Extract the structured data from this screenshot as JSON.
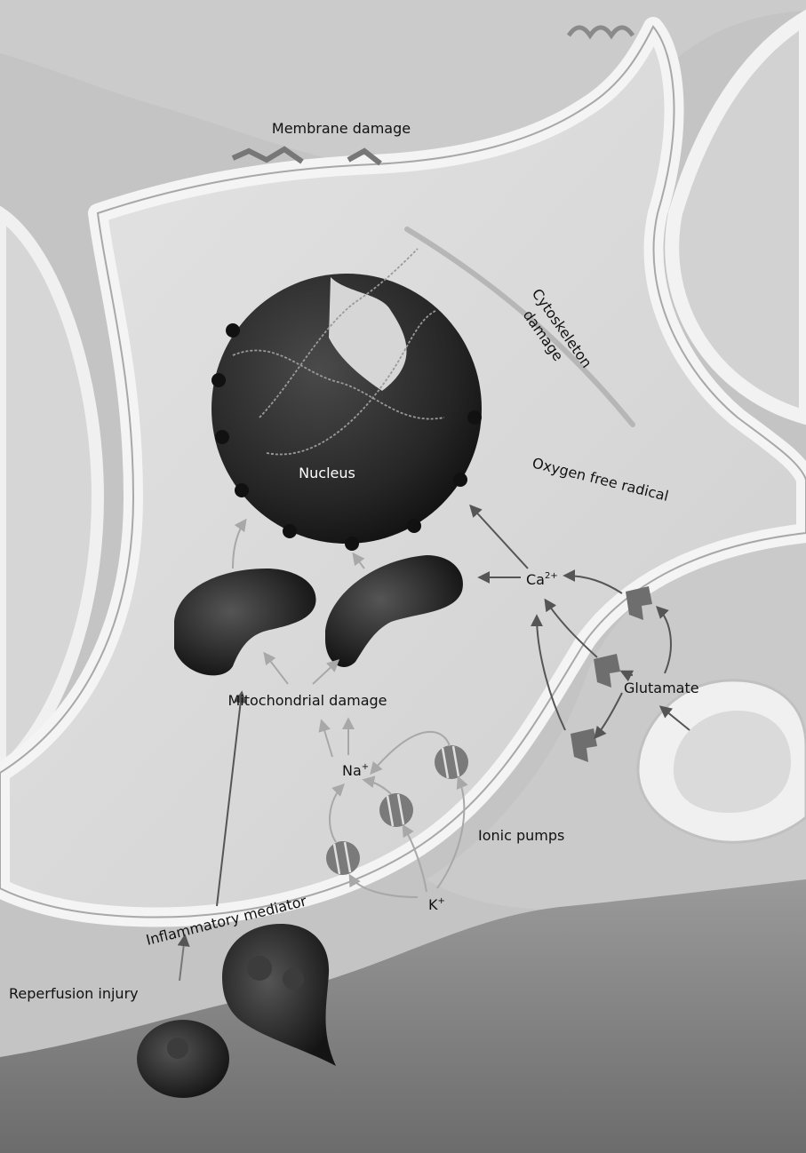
{
  "labels": {
    "membrane_damage": "Membrane damage",
    "cytoskeleton_line1": "Cytoskeleton",
    "cytoskeleton_line2": "damage",
    "nucleus": "Nucleus",
    "oxygen_free_radical": "Oxygen free radical",
    "ca_base": "Ca",
    "ca_sup": "2+",
    "mitochondrial_damage": "Mitochondrial damage",
    "glutamate": "Glutamate",
    "na_base": "Na",
    "na_sup": "+",
    "ionic_pumps": "Ionic pumps",
    "k_base": "K",
    "k_sup": "+",
    "inflammatory_mediator": "Inflammatory mediator",
    "reperfusion_injury": "Reperfusion injury"
  },
  "colors": {
    "background": "#c8c8c8",
    "cytoplasm": "#d9d9d9",
    "membrane": "#f2f2f2",
    "organelle": "#2a2a2a",
    "arrow": "#555555",
    "arrow_light": "#a8a8a8"
  }
}
